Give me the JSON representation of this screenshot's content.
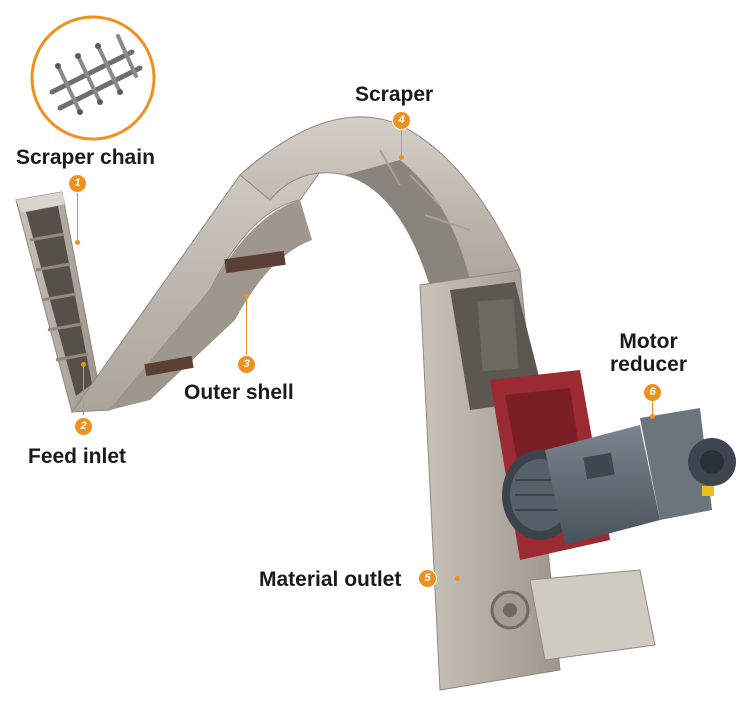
{
  "colors": {
    "accent": "#f0901e",
    "label_text": "#1a1a1a",
    "shell_steel": "#b9b3aa",
    "bracket_red": "#9b2a32",
    "motor_gray": "#5d6872"
  },
  "icons": [
    "scraper-chain-inset-icon"
  ],
  "callouts": [
    {
      "number": "1",
      "label": "Scraper chain"
    },
    {
      "number": "2",
      "label": "Feed inlet"
    },
    {
      "number": "3",
      "label": "Outer shell"
    },
    {
      "number": "4",
      "label": "Scraper"
    },
    {
      "number": "5",
      "label": "Material outlet"
    },
    {
      "number": "6",
      "label_line1": "Motor",
      "label_line2": "reducer"
    }
  ]
}
